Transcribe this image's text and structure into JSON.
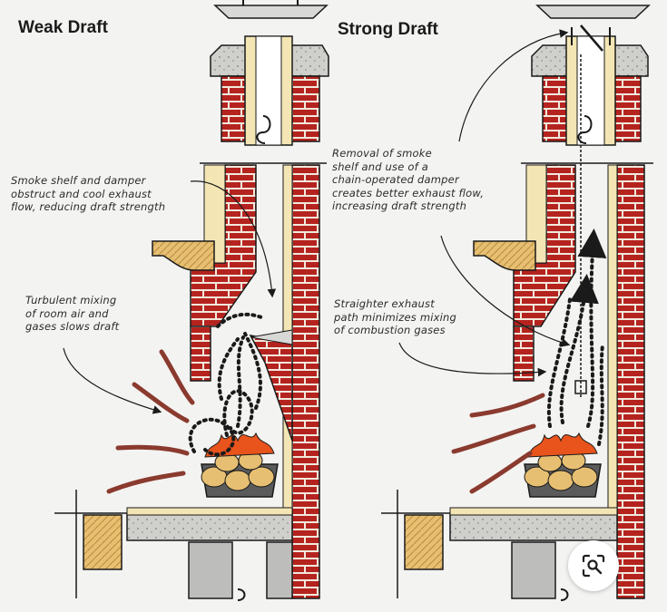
{
  "panels": {
    "weak": {
      "title": "Weak Draft",
      "note_damper": [
        "Smoke shelf and damper",
        "obstruct and cool exhaust",
        "flow, reducing draft strength"
      ],
      "note_mixing": [
        "Turbulent mixing",
        "of room air and",
        "gases slows draft"
      ]
    },
    "strong": {
      "title": "Strong Draft",
      "note_damper": [
        "Removal of smoke",
        "shelf and use of a",
        "chain-operated damper",
        "creates better exhaust flow,",
        "increasing draft strength"
      ],
      "note_path": [
        "Straighter exhaust",
        "path minimizes mixing",
        "of combustion gases"
      ]
    }
  },
  "colors": {
    "brick": "#b5231f",
    "mortar": "#f1e9dc",
    "flue_liner": "#f4e6b4",
    "concrete": "#cfcfcb",
    "wood": "#e7bf72",
    "fire": "#e8541c",
    "flow_arrow": "#8a3a2e",
    "line": "#1a1a1a"
  },
  "ui": {
    "lens_icon": "image-search-icon"
  }
}
